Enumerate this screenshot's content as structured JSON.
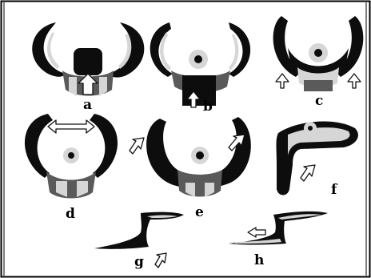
{
  "figure": {
    "panel_labels": {
      "a": "a",
      "b": "b",
      "c": "c",
      "d": "d",
      "e": "e",
      "f": "f",
      "g": "g",
      "h": "h"
    },
    "colors": {
      "ink": "#0d0d0d",
      "shade": "#5a5a5a",
      "highlight": "#d6d6d6",
      "paper": "#ffffff",
      "arrow_fill": "#ffffff"
    }
  }
}
